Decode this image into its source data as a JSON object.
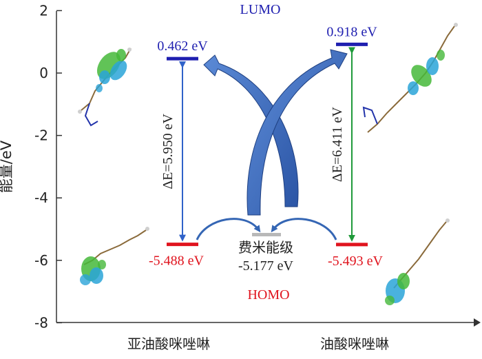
{
  "axis": {
    "ylabel": "能量/eV",
    "ticks": [
      {
        "value": 2,
        "label": "2"
      },
      {
        "value": 0,
        "label": "0"
      },
      {
        "value": -2,
        "label": "-2"
      },
      {
        "value": -4,
        "label": "-4"
      },
      {
        "value": -6,
        "label": "-6"
      },
      {
        "value": -8,
        "label": "-8"
      }
    ],
    "ylim": [
      -8,
      2
    ]
  },
  "headers": {
    "lumo": "LUMO",
    "homo": "HOMO"
  },
  "molecules": {
    "left": {
      "name": "亚油酸咪唑啉",
      "lumo": 0.462,
      "lumo_label": "0.462 eV",
      "homo": -5.488,
      "homo_label": "-5.488 eV",
      "gap_label": "ΔE=5.950 eV"
    },
    "right": {
      "name": "油酸咪唑啉",
      "lumo": 0.918,
      "lumo_label": "0.918 eV",
      "homo": -5.493,
      "homo_label": "-5.493 eV",
      "gap_label": "ΔE=6.411 eV"
    }
  },
  "fermi": {
    "value": -5.177,
    "title": "费米能级",
    "value_label": "-5.177 eV"
  },
  "colors": {
    "lumo": "#1f1fb0",
    "homo": "#e0141e",
    "fermi": "#b8b8b8",
    "left_gap": "#2f62c9",
    "right_gap": "#1f9a3a",
    "arrow": "#3566b4"
  }
}
